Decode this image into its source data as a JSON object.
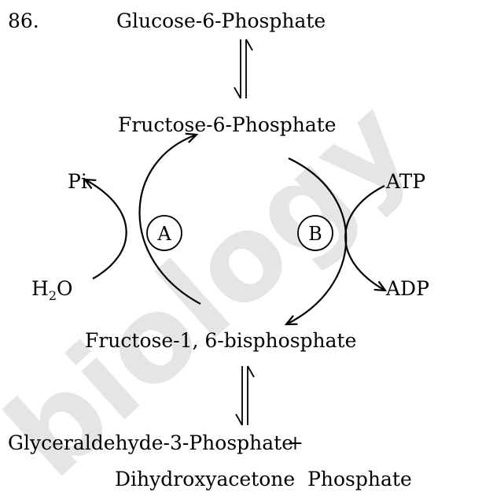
{
  "question_number": "86.",
  "compounds": {
    "glucose_6p": "Glucose-6-Phosphate",
    "fructose_6p": "Fructose-6-Phosphate",
    "fructose_16bp": "Fructose-1, 6-bisphosphate",
    "glyceraldehyde_3p": "Glyceraldehyde-3-Phosphate",
    "plus": "+",
    "dhap": "Dihydroxyacetone  Phosphate"
  },
  "enzymes": {
    "a": "A",
    "b": "B"
  },
  "cofactors": {
    "pi": "Pi",
    "water_h": "H",
    "water_sub": "2",
    "water_o": "O",
    "atp": "ATP",
    "adp": "ADP"
  },
  "watermark": "biology",
  "colors": {
    "ink": "#000000",
    "watermark": "#d0d0d0"
  }
}
